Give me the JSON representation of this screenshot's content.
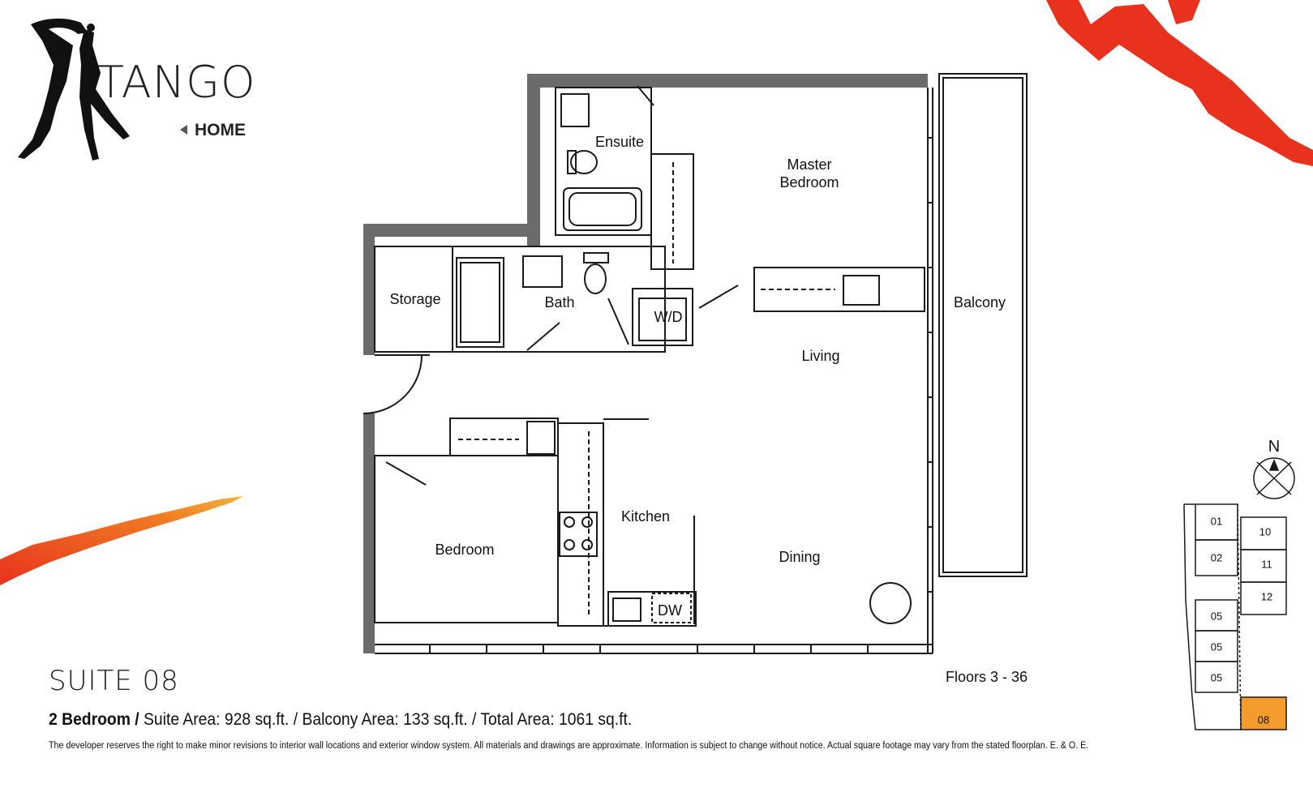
{
  "brand": {
    "name": "TANGO",
    "nav": {
      "home_label": "HOME"
    }
  },
  "suite": {
    "title": "SUITE 08",
    "type": "2 Bedroom",
    "suite_area": "Suite Area: 928 sq.ft.",
    "balcony_area": "Balcony Area: 133 sq.ft.",
    "total_area": "Total Area: 1061 sq.ft."
  },
  "floors": "Floors 3 - 36",
  "rooms": {
    "ensuite": "Ensuite",
    "master_bedroom": [
      "Master",
      "Bedroom"
    ],
    "storage": "Storage",
    "bath": "Bath",
    "wd": "W/D",
    "balcony": "Balcony",
    "living": "Living",
    "kitchen": "Kitchen",
    "bedroom": "Bedroom",
    "dining": "Dining",
    "dw": "DW"
  },
  "keyplan": {
    "north": "N",
    "units": [
      "01",
      "02",
      "05",
      "05",
      "05",
      "10",
      "11",
      "12",
      "08"
    ],
    "highlighted_unit": "08",
    "highlight_color": "#f39c2b"
  },
  "accent_colors": {
    "brush_red": "#e8321e",
    "brush_orange": "#f5a623"
  },
  "disclaimer": "The developer reserves the right to make minor revisions to interior wall locations and exterior window system.  All materials and drawings are approximate. Information is subject to change without notice.  Actual square footage may vary from the stated floorplan. E. & O. E."
}
